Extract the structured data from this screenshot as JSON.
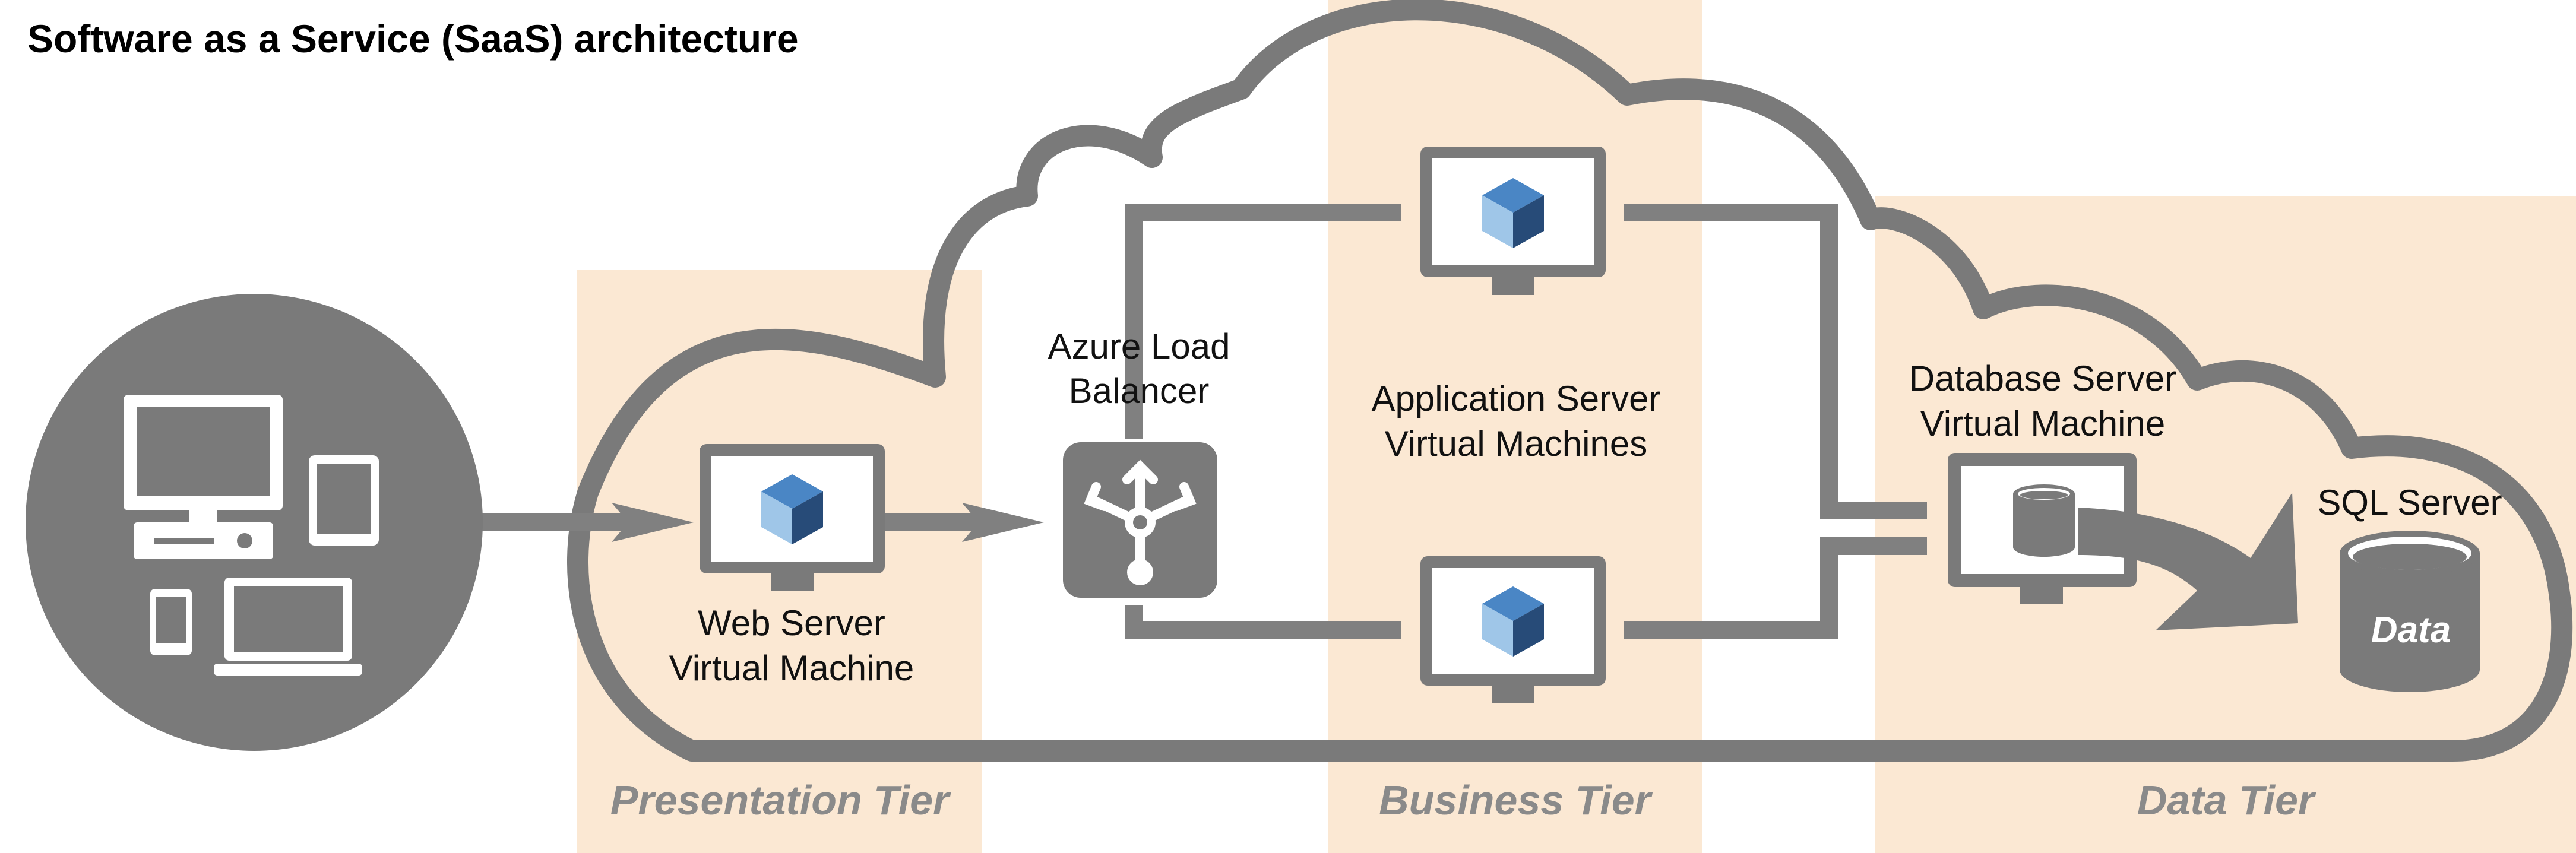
{
  "title": "Software as a Service (SaaS) architecture",
  "tiers": {
    "presentation": "Presentation Tier",
    "business": "Business Tier",
    "data": "Data Tier"
  },
  "nodes": {
    "web_server": {
      "line1": "Web Server",
      "line2": "Virtual Machine"
    },
    "load_balancer": {
      "line1": "Azure Load",
      "line2": "Balancer"
    },
    "app_servers": {
      "line1": "Application Server",
      "line2": "Virtual Machines"
    },
    "db_server": {
      "line1": "Database Server",
      "line2": "Virtual Machine"
    },
    "sql_server": {
      "label": "SQL Server",
      "data_label": "Data"
    }
  },
  "colors": {
    "gray": "#808080",
    "dark_gray": "#7a7a7a",
    "tier_fill": "#fbe8d3",
    "cube_top": "#4a86c5",
    "cube_left": "#9fc6e8",
    "cube_right": "#274b78",
    "tier_text": "#8a8a8a"
  },
  "icons": {
    "client_devices": "client-devices-icon",
    "monitor": "monitor-icon",
    "cube": "cube-icon",
    "load_balancer": "load-balancer-icon",
    "database": "database-icon",
    "cloud": "cloud-icon"
  }
}
